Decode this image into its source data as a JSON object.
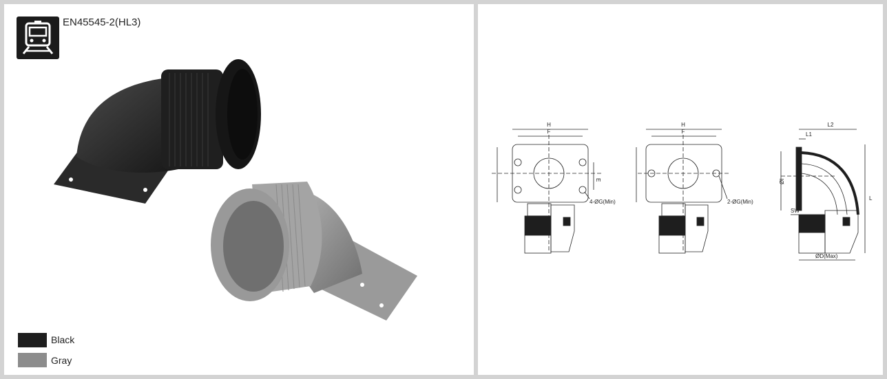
{
  "product": {
    "standard_label": "EN45545-2(HL3)",
    "icon": "train-icon"
  },
  "legend": [
    {
      "label": "Black",
      "color": "#1e1e1e"
    },
    {
      "label": "Gray",
      "color": "#8c8c8c"
    }
  ],
  "drawing_labels": {
    "h": "H",
    "f": "F",
    "e": "E",
    "g4": "4-ØG(Min)",
    "g2": "2-ØG(Min)",
    "l1": "L1",
    "l2": "L2",
    "l": "L",
    "i": "ØI",
    "sw": "SW",
    "d": "ØD(Max)"
  }
}
